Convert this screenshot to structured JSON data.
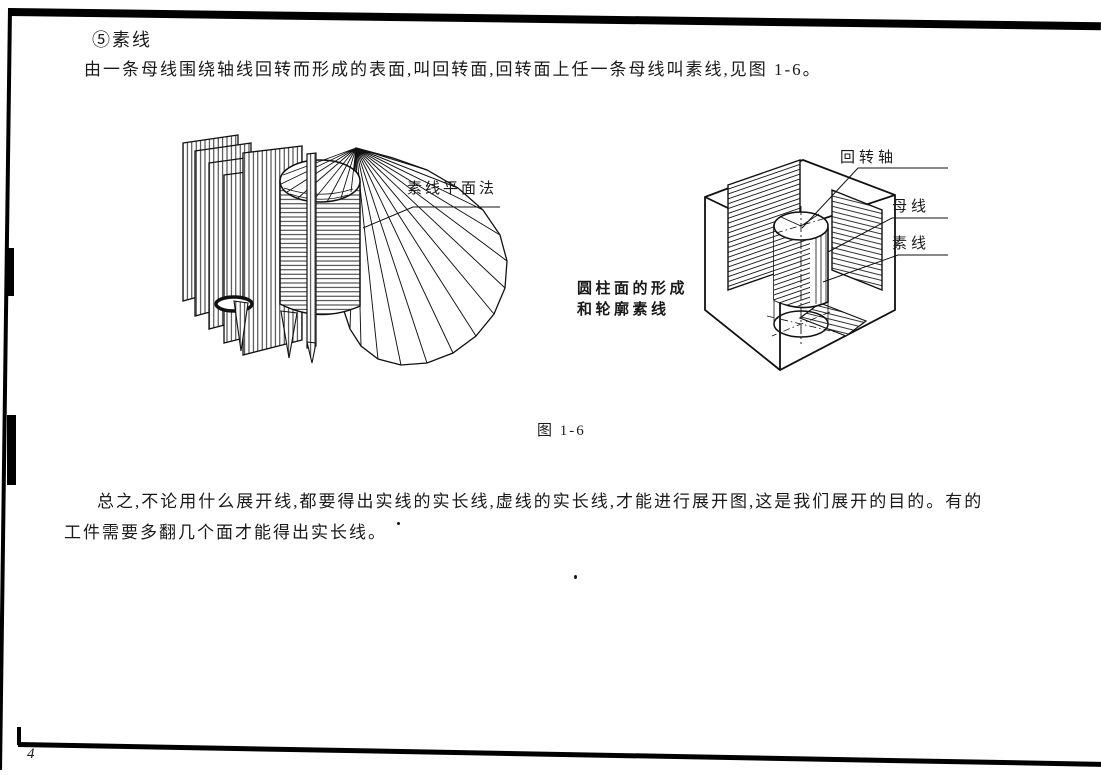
{
  "colors": {
    "ink": "#1a1a1a",
    "paper": "#ffffff"
  },
  "page": {
    "number": "4",
    "section_heading": "⑤素线",
    "intro_paragraph": "由一条母线围绕轴线回转而形成的表面,叫回转面,回转面上任一条母线叫素线,见图 1-6。",
    "closing_paragraph_line1": "总之,不论用什么展开线,都要得出实线的实长线,虚线的实长线,才能进行展开图,这是我们展开的目的。有的",
    "closing_paragraph_line2": "工件需要多翻几个面才能得出实长线。"
  },
  "figure": {
    "caption": "图 1-6",
    "left_drawing_label": "素线平面法",
    "right_drawing_title_line1": "圆柱面的形成",
    "right_drawing_title_line2": "和轮廓素线",
    "right_drawing_labels": {
      "rotation_axis": "回转轴",
      "generatrix": "母线",
      "element_line": "素线"
    }
  }
}
